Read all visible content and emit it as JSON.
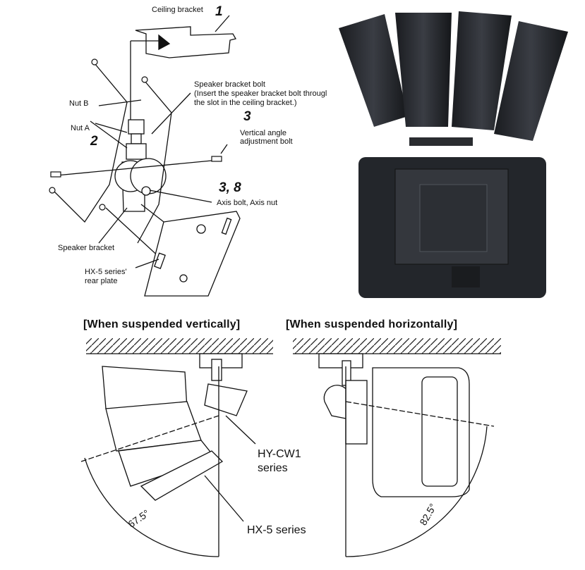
{
  "exploded_view": {
    "ceiling_bracket": "Ceiling bracket",
    "step_1": "1",
    "speaker_bracket_bolt": "Speaker bracket bolt",
    "speaker_bracket_bolt_note_1": "(Insert the speaker bracket bolt througl",
    "speaker_bracket_bolt_note_2": "the slot in the ceiling bracket.)",
    "nut_b": "Nut B",
    "nut_a": "Nut A",
    "step_2": "2",
    "step_3": "3",
    "vertical_angle_1": "Vertical angle",
    "vertical_angle_2": "adjustment bolt",
    "step_3_8": "3, 8",
    "axis_bolt": "Axis bolt, Axis nut",
    "speaker_bracket": "Speaker bracket",
    "rear_plate_1": "HX-5 series'",
    "rear_plate_2": "rear plate"
  },
  "vertical": {
    "heading": "[When suspended vertically]",
    "bracket_label_1": "HY-CW1",
    "bracket_label_2": "series",
    "speaker_label": "HX-5 series",
    "angle": "67.5°"
  },
  "horizontal": {
    "heading": "[When suspended horizontally]",
    "angle": "82.5°"
  }
}
